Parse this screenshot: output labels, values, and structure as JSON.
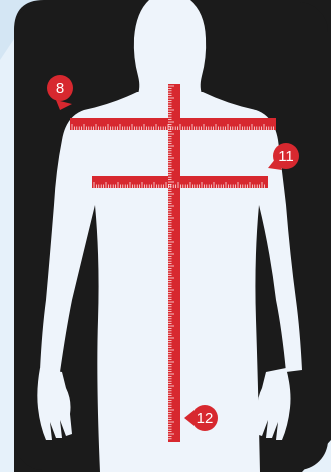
{
  "diagram": {
    "colors": {
      "page_background": "#e6f1fa",
      "card_background": "#1b1b1b",
      "silhouette": "#eef4fb",
      "ruler": "#d7282f",
      "ruler_tick": "#ffffff",
      "marker": "#d7282f",
      "marker_text": "#ffffff"
    },
    "markers": [
      {
        "label": "8"
      },
      {
        "label": "11"
      },
      {
        "label": "12"
      }
    ]
  }
}
